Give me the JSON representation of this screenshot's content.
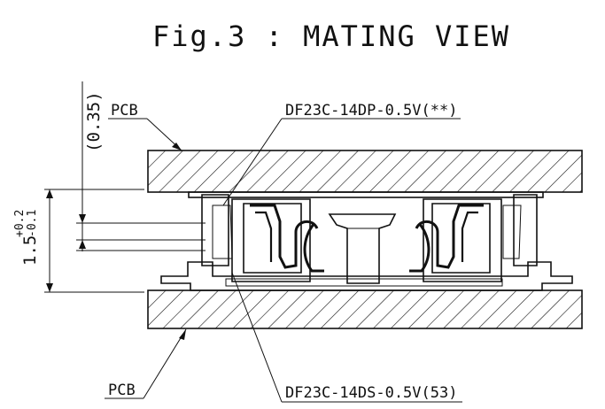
{
  "figure": {
    "title": "Fig.3 : MATING VIEW"
  },
  "labels": {
    "pcb_top": "PCB",
    "pcb_bottom": "PCB",
    "part_top": "DF23C-14DP-0.5V(**)",
    "part_bottom": "DF23C-14DS-0.5V(53)"
  },
  "dimensions": {
    "gap": "(0.35)",
    "height_nominal": "1.5",
    "tol_plus": "+0.2",
    "tol_minus": "-0.1"
  },
  "colors": {
    "ink": "#111111",
    "background": "#ffffff"
  }
}
